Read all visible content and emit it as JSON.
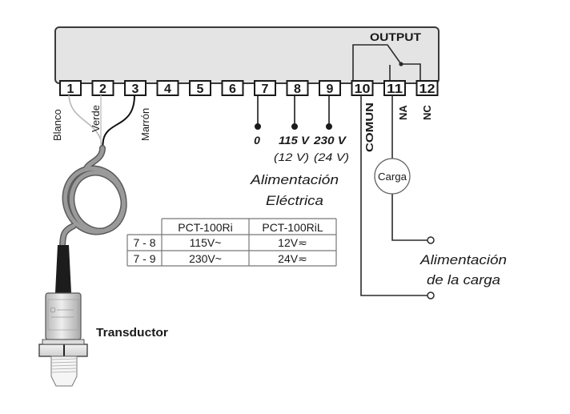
{
  "controller": {
    "output_label": "OUTPUT",
    "terminals": [
      "1",
      "2",
      "3",
      "4",
      "5",
      "6",
      "7",
      "8",
      "9",
      "10",
      "11",
      "12"
    ],
    "body_color": "#e4e4e4",
    "outline_color": "#3a3a3a"
  },
  "sensor_wires": {
    "labels": [
      "Blanco",
      "Verde",
      "Marrón"
    ]
  },
  "power_supply": {
    "terminal_labels": [
      "0",
      "115 V",
      "230 V"
    ],
    "alt_labels": [
      "(12 V)",
      "(24 V)"
    ],
    "title_line1": "Alimentación",
    "title_line2": "Eléctrica"
  },
  "output_labels": {
    "common": "COMUN",
    "normally_open": "NA",
    "normally_closed": "NC"
  },
  "load": {
    "label": "Carga",
    "supply_line1": "Alimentación",
    "supply_line2": "de la carga"
  },
  "transducer": {
    "label": "Transductor"
  },
  "voltage_table": {
    "headers": [
      "",
      "PCT-100Ri",
      "PCT-100RiL"
    ],
    "rows": [
      [
        "7 - 8",
        "115V~",
        "12V≂"
      ],
      [
        "7 - 9",
        "230V~",
        "24V≂"
      ]
    ]
  }
}
